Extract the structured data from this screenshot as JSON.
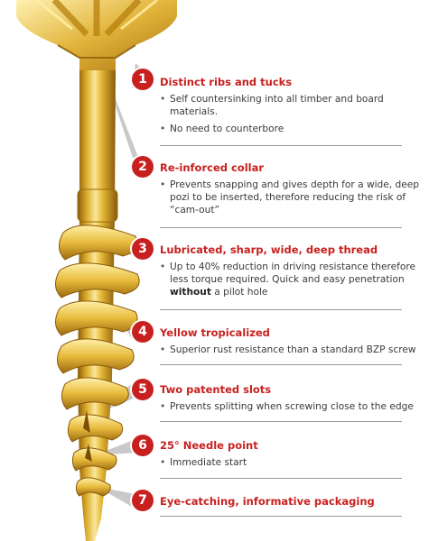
{
  "features": [
    {
      "number": "1",
      "title": "Distinct ribs and tucks",
      "bullets": [
        "Self countersinking into all timber and board materials.",
        "No need to counterbore"
      ]
    },
    {
      "number": "2",
      "title": "Re-inforced collar",
      "bullets": [
        "Prevents snapping and gives depth for a wide, deep pozi to be inserted, therefore reducing the risk of “cam-out”"
      ]
    },
    {
      "number": "3",
      "title": "Lubricated, sharp, wide, deep thread",
      "bullets": [
        "Up to 40% reduction in driving resistance therefore less torque required. Quick and easy penetration"
      ],
      "bold_word": "without",
      "after_bold": " a pilot hole"
    },
    {
      "number": "4",
      "title": "Yellow tropicalized",
      "bullets": [
        "Superior rust resistance than a standard BZP screw"
      ]
    },
    {
      "number": "5",
      "title": "Two patented slots",
      "bullets": [
        "Prevents splitting when screwing close to the edge"
      ]
    },
    {
      "number": "6",
      "title": "25° Needle point",
      "bullets": [
        "Immediate start"
      ]
    },
    {
      "number": "7",
      "title": "Eye-catching, informative packaging",
      "bullets": []
    }
  ],
  "colors": {
    "accent": "#c8201f",
    "gold_light": "#f3dc7a",
    "gold_mid": "#d9a928",
    "gold_dark": "#9a6a10",
    "callout_grey": "#c9c9c9"
  },
  "icons": {
    "illustration": "gold-screw-illustration"
  }
}
